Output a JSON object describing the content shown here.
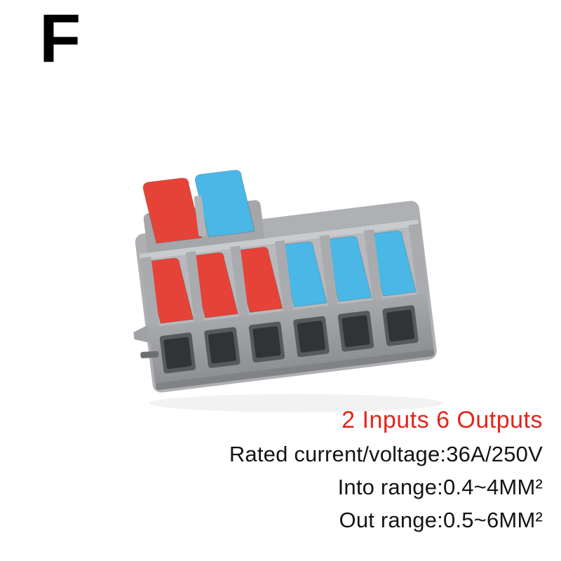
{
  "variant_label": "F",
  "product": {
    "inputs": 2,
    "outputs": 6,
    "colors": {
      "body": "#b7b9bc",
      "lever_red": "#e64338",
      "lever_blue": "#4ab7e6"
    }
  },
  "specs": {
    "headline": "2 Inputs 6 Outputs",
    "headline_color": "#e4251c",
    "rated": "Rated current/voltage:36A/250V",
    "into_range": "Into range:0.4~4MM²",
    "out_range": "Out range:0.5~6MM²"
  }
}
